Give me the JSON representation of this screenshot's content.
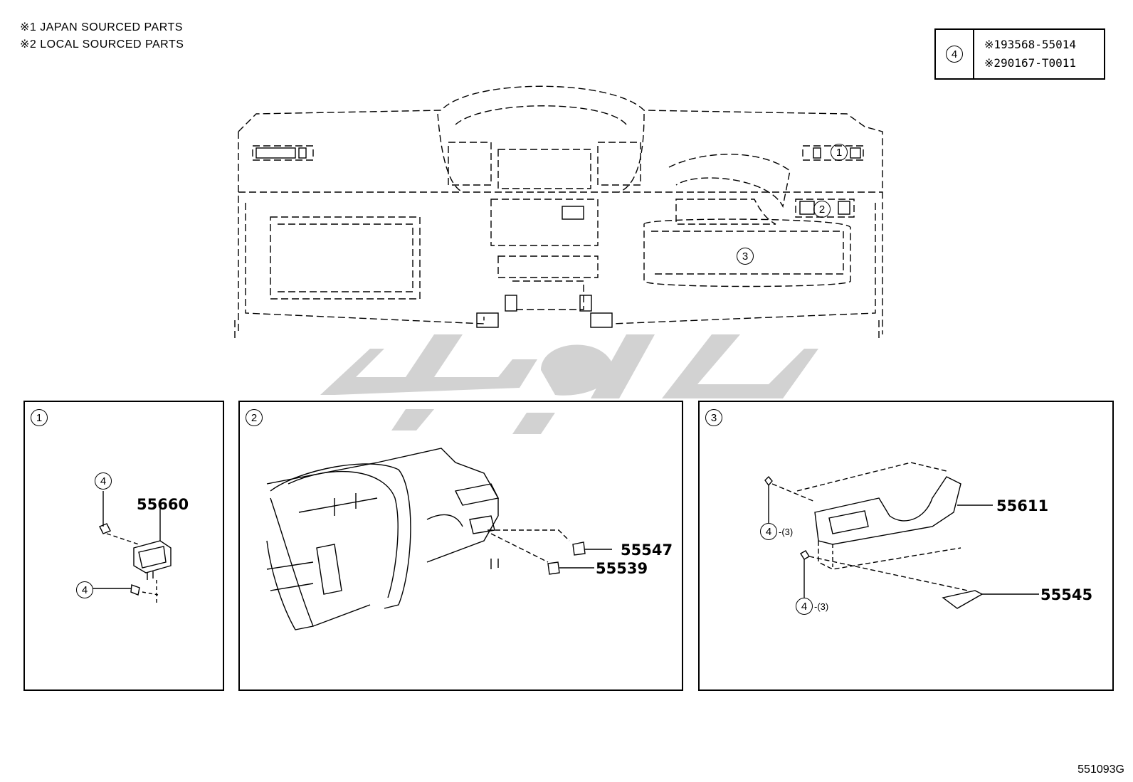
{
  "notes": {
    "line1": "※1 JAPAN SOURCED PARTS",
    "line2": "※2 LOCAL SOURCED PARTS"
  },
  "ref_table": {
    "key": "4",
    "rows": [
      "※193568-55014",
      "※290167-T0011"
    ]
  },
  "overview": {
    "callouts": [
      "1",
      "2",
      "3"
    ]
  },
  "watermark": {
    "text": "تو پارت",
    "color": "#cfcfcf"
  },
  "panels": [
    {
      "tag": "1",
      "parts": [
        "55660"
      ],
      "callouts": [
        {
          "label": "4"
        },
        {
          "label": "4"
        }
      ]
    },
    {
      "tag": "2",
      "parts": [
        "55547",
        "55539"
      ]
    },
    {
      "tag": "3",
      "parts": [
        "55611",
        "55545"
      ],
      "callouts": [
        {
          "label": "4",
          "qty": "-(3)"
        },
        {
          "label": "4",
          "qty": "-(3)"
        }
      ]
    }
  ],
  "diagram_code": "551093G",
  "colors": {
    "line": "#000000",
    "background": "#ffffff"
  }
}
